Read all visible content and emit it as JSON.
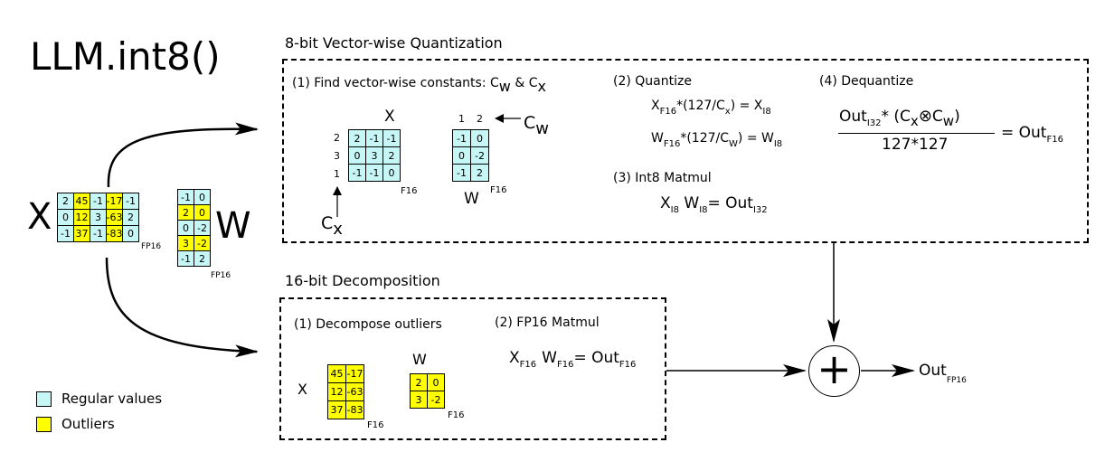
{
  "colors": {
    "regular": "#c6f6f6",
    "outlier": "#ffff00",
    "stroke": "#000000"
  },
  "title": "LLM.int8()",
  "left": {
    "x_label": "X",
    "w_label": "W",
    "x_matrix": [
      [
        "2",
        "45",
        "-1",
        "-17",
        "-1"
      ],
      [
        "0",
        "12",
        "3",
        "-63",
        "2"
      ],
      [
        "-1",
        "37",
        "-1",
        "-83",
        "0"
      ]
    ],
    "x_outlier_cols": [
      1,
      3
    ],
    "x_dtype": "FP16",
    "w_matrix": [
      [
        "-1",
        "0"
      ],
      [
        "2",
        "0"
      ],
      [
        "0",
        "-2"
      ],
      [
        "3",
        "-2"
      ],
      [
        "-1",
        "2"
      ]
    ],
    "w_outlier_rows": [
      1,
      3
    ],
    "w_dtype": "FP16"
  },
  "legend": {
    "regular_label": "Regular values",
    "outliers_label": "Outliers"
  },
  "vector": {
    "title": "8-bit Vector-wise Quantization",
    "step1": {
      "prefix": "(1) Find vector-wise constants: C",
      "w": "w",
      "amp": " & C",
      "x": "x"
    },
    "x_label": "X",
    "x_matrix": [
      [
        "2",
        "-1",
        "-1"
      ],
      [
        "0",
        "3",
        "2"
      ],
      [
        "-1",
        "-1",
        "0"
      ]
    ],
    "x_row_labels": [
      "2",
      "3",
      "1"
    ],
    "x_dtype": "F16",
    "cx_c": "C",
    "cx_x": "x",
    "w_col_labels": [
      "1",
      "2"
    ],
    "w_matrix": [
      [
        "-1",
        "0"
      ],
      [
        "0",
        "-2"
      ],
      [
        "-1",
        "2"
      ]
    ],
    "w_label": "W",
    "w_dtype": "F16",
    "cw_c": "C",
    "cw_w": "w",
    "step2": "(2) Quantize",
    "q1": {
      "a": "X",
      "a_sub": "F16",
      "b": "*(127/C",
      "b_sub": "x",
      "c": ") = X",
      "c_sub": "I8"
    },
    "q2": {
      "a": "W",
      "a_sub": "F16",
      "b": "*(127/C",
      "b_sub": "W",
      "c": ") = W",
      "c_sub": "I8"
    },
    "step3": "(3) Int8 Matmul",
    "mm": {
      "a": "X",
      "a_sub": "I8",
      "b": " W",
      "b_sub": "I8",
      "c": "= Out",
      "c_sub": "I32"
    },
    "step4": "(4) Dequantize",
    "dq": {
      "num_a": "Out",
      "num_a_sub": "I32",
      "num_b": "*  (C",
      "num_b_sub": "x",
      "otimes": "⊗",
      "num_c": "C",
      "num_c_sub": "w",
      "num_d": ")",
      "den": "127*127",
      "rhs": "= Out",
      "rhs_sub": "F16"
    }
  },
  "decomp": {
    "title": "16-bit Decomposition",
    "step1": "(1) Decompose outliers",
    "x_label": "X",
    "x_matrix": [
      [
        "45",
        "-17"
      ],
      [
        "12",
        "-63"
      ],
      [
        "37",
        "-83"
      ]
    ],
    "x_dtype": "F16",
    "w_label": "W",
    "w_matrix": [
      [
        "2",
        "0"
      ],
      [
        "3",
        "-2"
      ]
    ],
    "w_dtype": "F16",
    "step2": "(2) FP16 Matmul",
    "mm": {
      "a": "X",
      "a_sub": "F16",
      "b": "W",
      "b_sub": "F16",
      "c": "= Out",
      "c_sub": "F16"
    }
  },
  "output": {
    "plus": "+",
    "label": "Out",
    "label_sub": "FP16"
  }
}
